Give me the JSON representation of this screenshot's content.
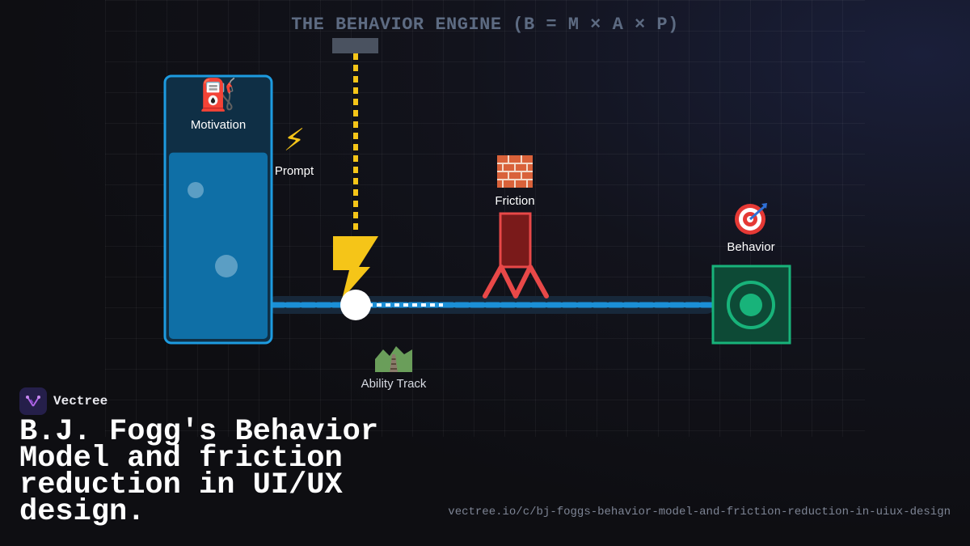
{
  "diagram": {
    "title": "THE BEHAVIOR ENGINE (B = M × A × P)",
    "motivation": {
      "label": "Motivation",
      "icon": "fuel-pump-icon",
      "fill_level": 0.72
    },
    "prompt": {
      "label": "Prompt",
      "icon": "lightning-icon"
    },
    "friction": {
      "label": "Friction",
      "icon": "brick-wall-icon"
    },
    "behavior": {
      "label": "Behavior",
      "icon": "target-icon"
    },
    "ability_track": {
      "label": "Ability Track",
      "icon": "railway-track-icon"
    },
    "colors": {
      "motivation": "#1d9be0",
      "prompt": "#f5c518",
      "friction": "#7a1a1a",
      "friction_legs": "#e84848",
      "behavior": "#18b37a",
      "track": "#1b8fd6"
    }
  },
  "brand": {
    "name": "Vectree"
  },
  "headline": "B.J. Fogg's Behavior Model and friction reduction in UI/UX design.",
  "url": "vectree.io/c/bj-foggs-behavior-model-and-friction-reduction-in-uiux-design"
}
